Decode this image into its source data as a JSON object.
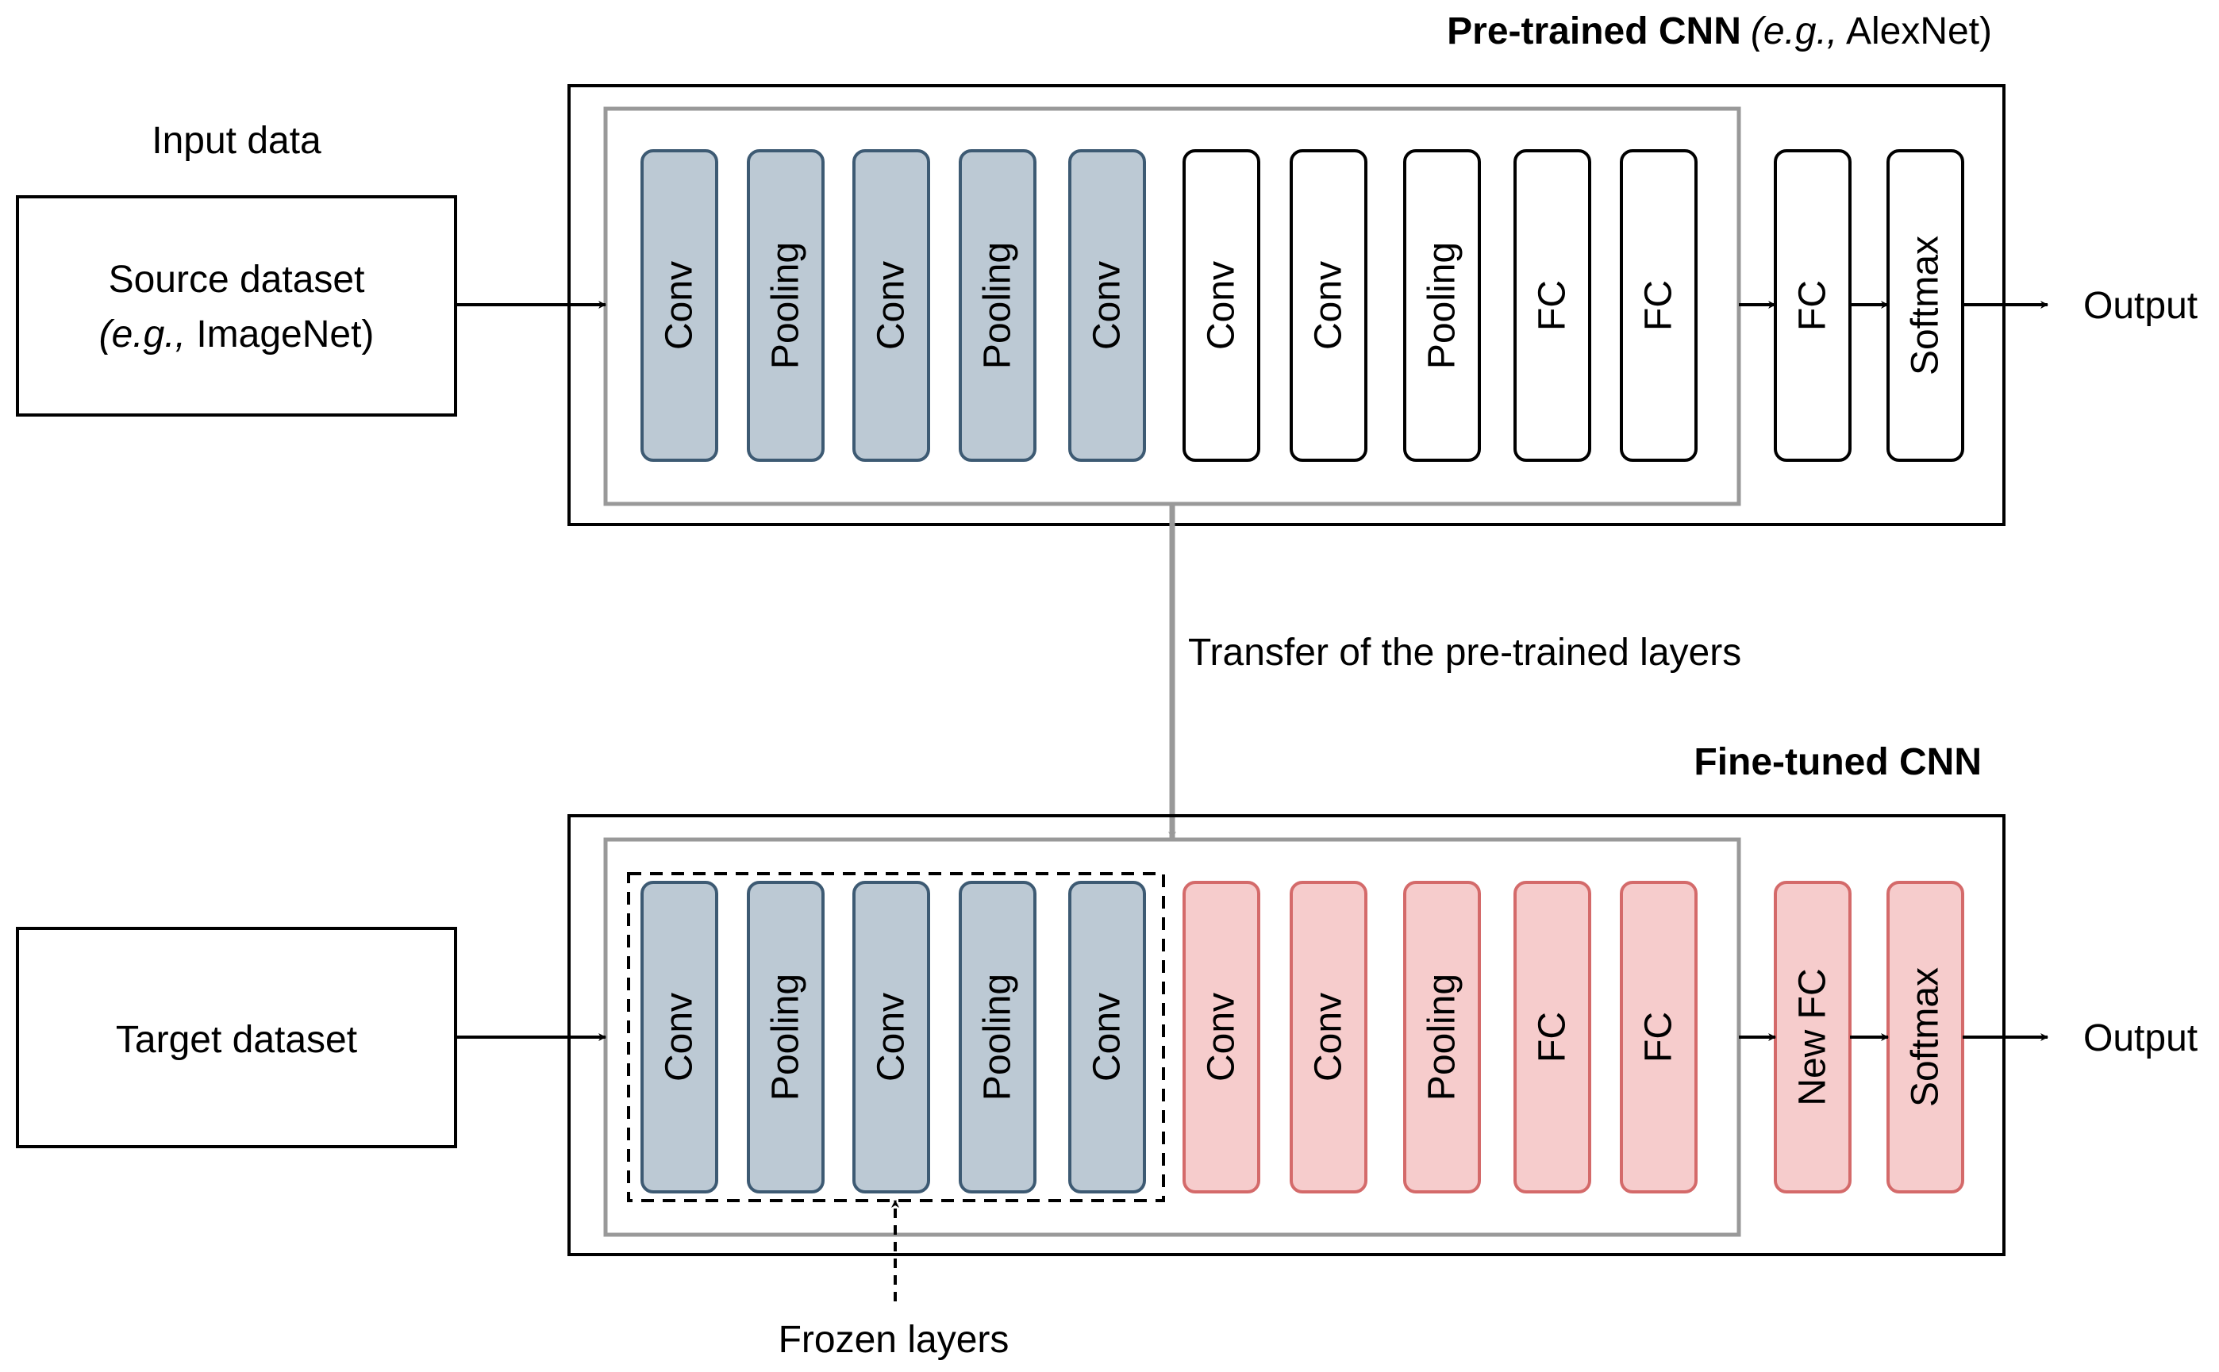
{
  "top_section": {
    "title_bold": "Pre-trained CNN",
    "title_italic": "(e.g.,",
    "title_rest": " AlexNet)",
    "input_caption": "Input data",
    "input_box_line1": "Source dataset",
    "input_box_line2_italic": "(e.g.,",
    "input_box_line2_rest": " ImageNet)",
    "layers": [
      "Conv",
      "Pooling",
      "Conv",
      "Pooling",
      "Conv",
      "Conv",
      "Conv",
      "Pooling",
      "FC",
      "FC",
      "FC",
      "Softmax"
    ],
    "output_label": "Output"
  },
  "transfer_label": "Transfer of the pre-trained layers",
  "bottom_section": {
    "title": "Fine-tuned CNN",
    "input_box_label": "Target dataset",
    "layers": [
      "Conv",
      "Pooling",
      "Conv",
      "Pooling",
      "Conv",
      "Conv",
      "Conv",
      "Pooling",
      "FC",
      "FC",
      "New FC",
      "Softmax"
    ],
    "output_label": "Output",
    "frozen_label": "Frozen layers"
  },
  "colors": {
    "frozen_fill": "#bcc9d4",
    "frozen_stroke": "#3d5a73",
    "new_fill": "#f6cccc",
    "new_stroke": "#d46a6a",
    "plain_fill": "#ffffff",
    "plain_stroke": "#000000",
    "group_stroke": "#999999",
    "transfer_arrow": "#999999"
  }
}
